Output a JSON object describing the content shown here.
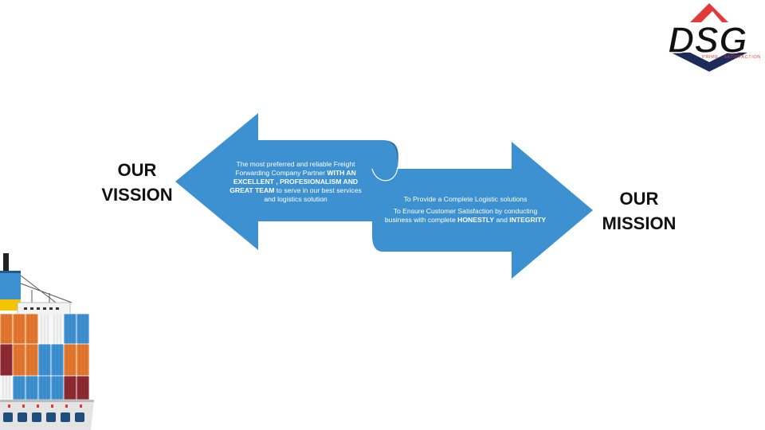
{
  "logo": {
    "text": "DSG",
    "tagline": "PRIME · SATISFACTION",
    "colors": {
      "mark": "#e23a3a",
      "navy": "#1e2a5a",
      "letters": "#111111"
    }
  },
  "vision": {
    "heading_line1": "OUR",
    "heading_line2": "VISSION",
    "text_part1": "The most preferred and reliable Freight Forwarding Company Partner ",
    "text_bold": "WITH AN EXCELLENT , PROFESIONALISM AND GREAT TEAM",
    "text_part2": " to serve in our best services and logistics solution"
  },
  "mission": {
    "heading_line1": "OUR",
    "heading_line2": "MISSION",
    "line1": "To Provide a Complete Logistic solutions",
    "line2_part1": "To Ensure Customer Satisfaction by conducting business with complete ",
    "line2_bold1": "HONESTLY",
    "line2_and": " and ",
    "line2_bold2": "INTEGRITY"
  },
  "colors": {
    "arrow": "#3e91d1",
    "arrow_dark": "#2c6ea3",
    "container_orange": "#e5782e",
    "container_blue": "#3e91d1",
    "container_red": "#8e2a33",
    "hull": "#d9d9d9"
  },
  "icons": [
    "dsg-logo-icon",
    "cargo-ship-icon"
  ]
}
